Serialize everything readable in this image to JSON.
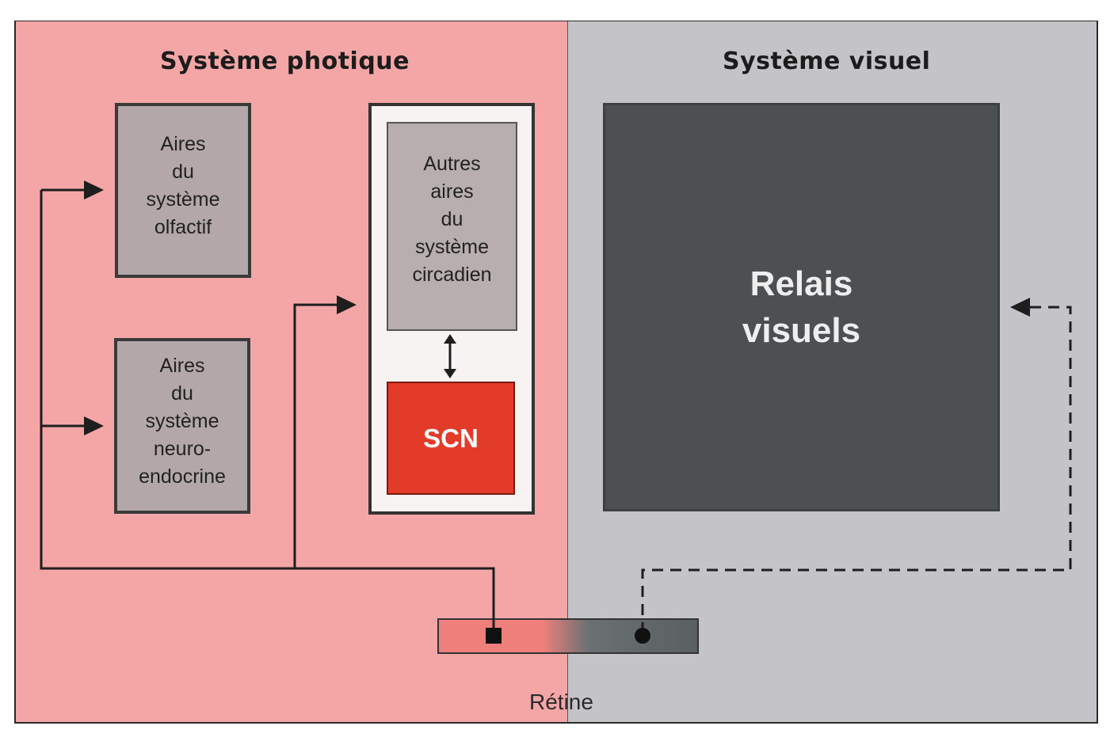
{
  "sections": {
    "photic_title": "Système photique",
    "visual_title": "Système visuel"
  },
  "boxes": {
    "olfactif": [
      "Aires",
      "du",
      "système",
      "olfactif"
    ],
    "neuro": [
      "Aires",
      "du",
      "système",
      "neuro-",
      "endocrine"
    ],
    "autres": [
      "Autres",
      "aires",
      "du",
      "système",
      "circadien"
    ],
    "scn": "SCN",
    "relais": [
      "Relais",
      "visuels"
    ]
  },
  "retina_label": "Rétine",
  "colors": {
    "photic_bg": "#f4a5a5",
    "visual_bg": "#c4c4c8",
    "scn": "#e23b2a",
    "relais": "#4c5052"
  }
}
